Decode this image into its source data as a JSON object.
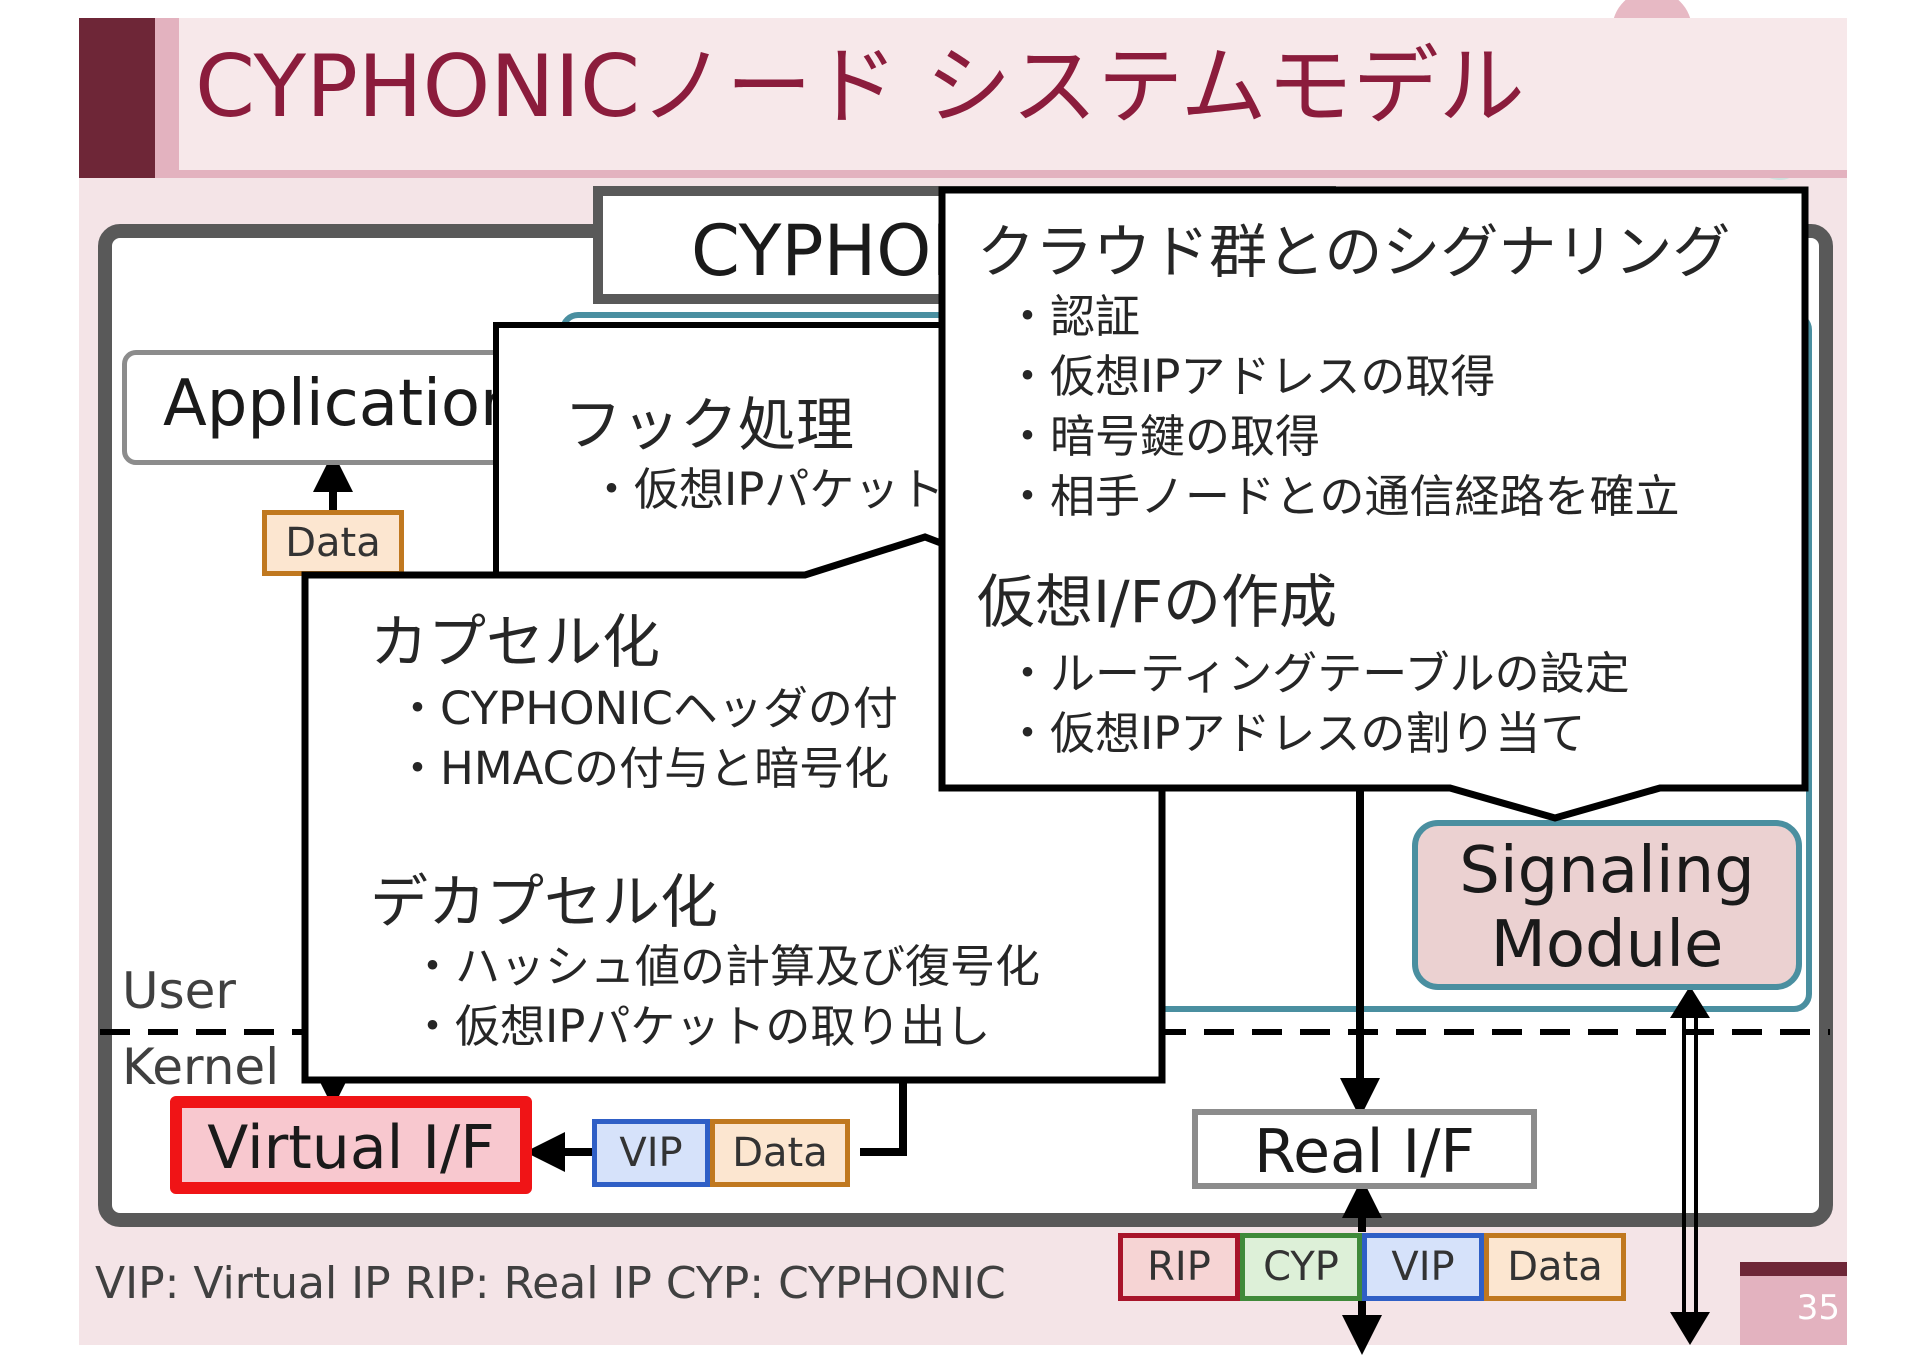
{
  "title": "CYPHONICノード システムモデル",
  "cyphonic_tab": "CYPHONI",
  "application": "Application",
  "data_label": "Data",
  "hook": {
    "heading": "フック処理",
    "item": "・仮想IPパケット"
  },
  "encap": {
    "heading1": "カプセル化",
    "items1": [
      "・CYPHONICヘッダの付",
      "・HMACの付与と暗号化"
    ],
    "heading2": "デカプセル化",
    "items2": [
      "・ハッシュ値の計算及び復号化",
      "・仮想IPパケットの取り出し"
    ]
  },
  "cloud": {
    "heading1": "クラウド群とのシグナリング",
    "items1": [
      "・認証",
      "・仮想IPアドレスの取得",
      "・暗号鍵の取得",
      "・相手ノードとの通信経路を確立"
    ],
    "heading2": "仮想I/Fの作成",
    "items2": [
      "・ルーティングテーブルの設定",
      "・仮想IPアドレスの割り当て"
    ]
  },
  "signaling_module": [
    "Signaling",
    "Module"
  ],
  "user_label": "User",
  "kernel_label": "Kernel",
  "virtual_if": "Virtual I/F",
  "real_if": "Real I/F",
  "vip_tag": "VIP",
  "rip_tag": "RIP",
  "cyp_tag": "CYP",
  "legend": "VIP: Virtual IP  RIP: Real IP  CYP: CYPHONIC",
  "page_number": "35",
  "colors": {
    "accent_dark": "#6e2637",
    "accent_pink": "#e3b2bf",
    "title_text": "#8b1c3c",
    "virtual_if_border": "#f01416",
    "teal": "#4a8fa0"
  }
}
